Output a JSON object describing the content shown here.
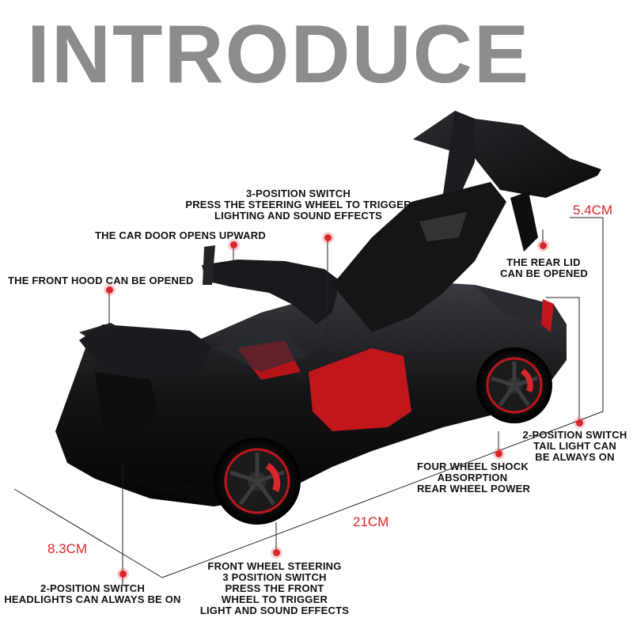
{
  "title": "INTRODUCE",
  "callouts": {
    "steering_switch": [
      "3-POSITION SWITCH",
      "PRESS THE STEERING WHEEL TO TRIGGER",
      "LIGHTING AND SOUND EFFECTS"
    ],
    "door": [
      "THE CAR DOOR OPENS UPWARD"
    ],
    "front_hood": [
      "THE FRONT HOOD CAN BE OPENED"
    ],
    "rear_lid": [
      "THE REAR LID",
      "CAN BE OPENED"
    ],
    "tail_light": [
      "2-POSITION SWITCH",
      "TAIL LIGHT CAN",
      "BE ALWAYS ON"
    ],
    "shock": [
      "FOUR WHEEL SHOCK",
      "ABSORPTION",
      "REAR WHEEL POWER"
    ],
    "front_wheel": [
      "FRONT WHEEL STEERING",
      "3 POSITION SWITCH",
      "PRESS THE FRONT",
      "WHEEL TO TRIGGER",
      "LIGHT AND SOUND EFFECTS"
    ],
    "headlights": [
      "2-POSITION SWITCH",
      "HEADLIGHTS CAN ALWAYS BE ON"
    ]
  },
  "dimensions": {
    "height": "5.4CM",
    "length": "21CM",
    "width": "8.3CM"
  },
  "colors": {
    "title": "#8c8c8c",
    "accent": "#d9262b",
    "car_body": "#141416",
    "interior": "#c0161c"
  }
}
